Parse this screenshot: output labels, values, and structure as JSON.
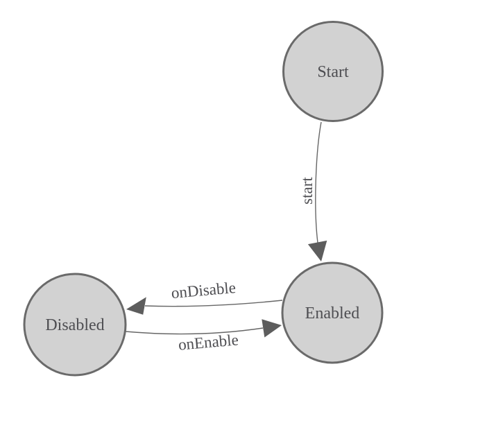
{
  "diagram": {
    "type": "state-machine",
    "background_color": "#ffffff",
    "colors": {
      "node_fill": "#d2d2d2",
      "node_stroke": "#6a6a6a",
      "edge_stroke": "#666666",
      "arrow_fill": "#5d5d5d",
      "text": "#4e4e52"
    },
    "nodes": [
      {
        "id": "start",
        "label": "Start"
      },
      {
        "id": "enabled",
        "label": "Enabled"
      },
      {
        "id": "disabled",
        "label": "Disabled"
      }
    ],
    "edges": [
      {
        "from": "Start",
        "to": "Enabled",
        "label": "start"
      },
      {
        "from": "Enabled",
        "to": "Disabled",
        "label": "onDisable"
      },
      {
        "from": "Disabled",
        "to": "Enabled",
        "label": "onEnable"
      }
    ]
  }
}
